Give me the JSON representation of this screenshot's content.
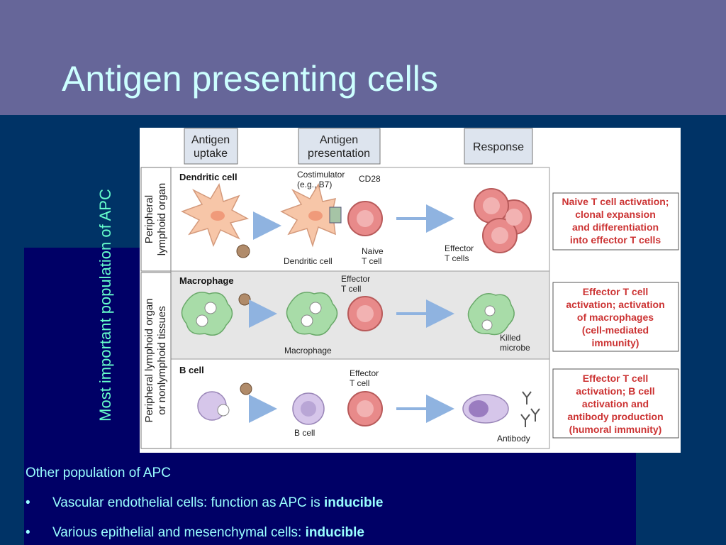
{
  "slide": {
    "title": "Antigen presenting cells",
    "side_label": "Most important population of APC",
    "other_heading": "Other population of APC",
    "bullets": [
      {
        "text": "Vascular endothelial cells: function as APC is ",
        "bold": "inducible"
      },
      {
        "text": "Various epithelial and mesenchymal cells: ",
        "bold": "inducible"
      }
    ]
  },
  "diagram": {
    "headers": {
      "uptake_1": "Antigen",
      "uptake_2": "uptake",
      "presentation_1": "Antigen",
      "presentation_2": "presentation",
      "response": "Response"
    },
    "sections": {
      "peripheral_1": "Peripheral",
      "peripheral_2": "lymphoid organ",
      "nonlymphoid_1": "Peripheral lymphoid organ",
      "nonlymphoid_2": "or nonlymphoid tissues"
    },
    "dendritic": {
      "title": "Dendritic cell",
      "costim_1": "Costimulator",
      "costim_2": "(e.g., B7)",
      "cd28": "CD28",
      "cell_label": "Dendritic cell",
      "naive_1": "Naive",
      "naive_2": "T cell",
      "effector_1": "Effector",
      "effector_2": "T cells",
      "response": [
        "Naive T cell activation;",
        "clonal expansion",
        "and differentiation",
        "into effector T cells"
      ]
    },
    "macrophage": {
      "title": "Macrophage",
      "effector_1": "Effector",
      "effector_2": "T cell",
      "cell_label": "Macrophage",
      "killed_1": "Killed",
      "killed_2": "microbe",
      "response": [
        "Effector T cell",
        "activation; activation",
        "of macrophages",
        "(cell-mediated",
        "immunity)"
      ]
    },
    "bcell": {
      "title": "B cell",
      "effector_1": "Effector",
      "effector_2": "T cell",
      "cell_label": "B cell",
      "antibody": "Antibody",
      "response": [
        "Effector T cell",
        "activation; B cell",
        "activation and",
        "antibody production",
        "(humoral immunity)"
      ]
    },
    "colors": {
      "header_fill": "#dde4ee",
      "response_text": "#cc3333",
      "tcell": "#e88a8a",
      "dendritic": "#f7c6a8",
      "macrophage": "#a8dca8",
      "bcell": "#d6c6ea",
      "arrow": "#8fb3e0"
    }
  }
}
